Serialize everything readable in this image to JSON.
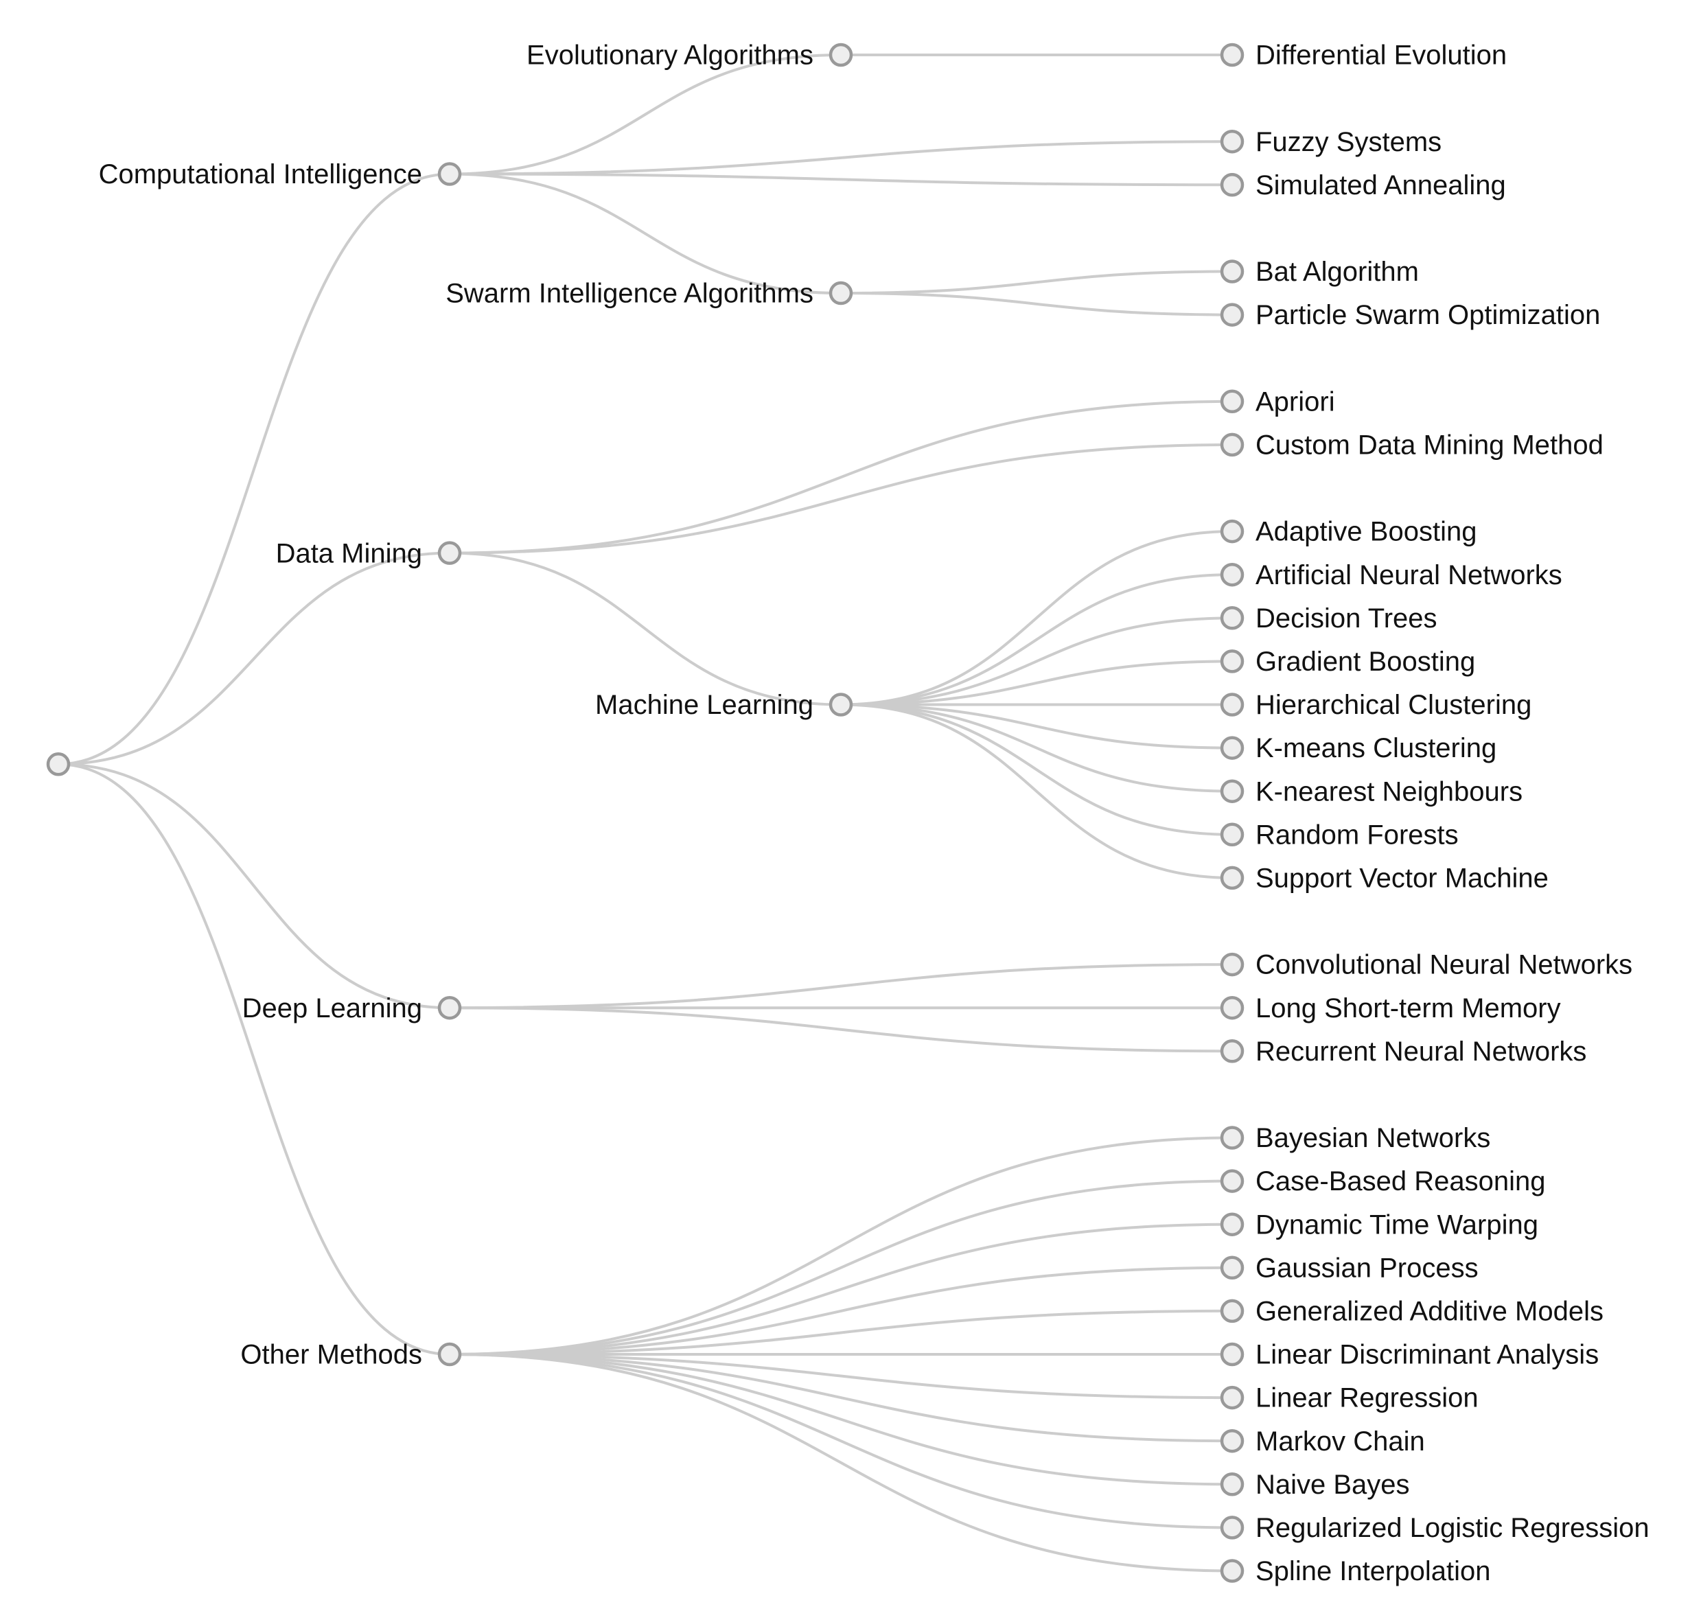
{
  "tree": {
    "root": {
      "name": ""
    },
    "level1": [
      {
        "name": "Computational Intelligence",
        "children": [
          {
            "name": "Evolutionary Algorithms",
            "children": [
              "Differential Evolution"
            ]
          },
          {
            "name": "Fuzzy Systems"
          },
          {
            "name": "Simulated Annealing"
          },
          {
            "name": "Swarm Intelligence Algorithms",
            "children": [
              "Bat Algorithm",
              "Particle Swarm Optimization"
            ]
          }
        ]
      },
      {
        "name": "Data Mining",
        "children": [
          {
            "name": "Apriori"
          },
          {
            "name": "Custom Data Mining Method"
          },
          {
            "name": "Machine Learning",
            "children": [
              "Adaptive Boosting",
              "Artificial Neural Networks",
              "Decision Trees",
              "Gradient Boosting",
              "Hierarchical Clustering",
              "K-means Clustering",
              "K-nearest Neighbours",
              "Random Forests",
              "Support Vector Machine"
            ]
          }
        ]
      },
      {
        "name": "Deep Learning",
        "children": [
          "Convolutional Neural Networks",
          "Long Short-term Memory",
          "Recurrent Neural Networks"
        ]
      },
      {
        "name": "Other Methods",
        "children": [
          "Bayesian Networks",
          "Case-Based Reasoning",
          "Dynamic Time Warping",
          "Gaussian Process",
          "Generalized Additive Models",
          "Linear Discriminant Analysis",
          "Linear Regression",
          "Markov Chain",
          "Naive Bayes",
          "Regularized Logistic Regression",
          "Spline Interpolation"
        ]
      }
    ]
  }
}
